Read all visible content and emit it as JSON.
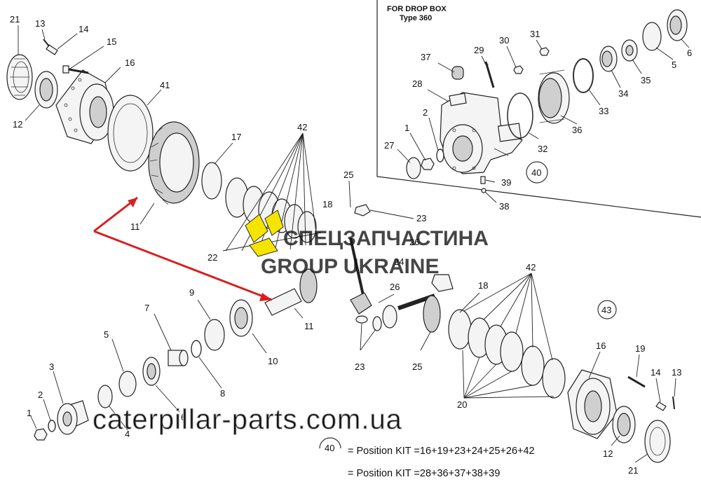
{
  "inset": {
    "title_line1": "FOR DROP BOX",
    "title_line2": "Type 360"
  },
  "watermark": {
    "brand_line1": "СПЕЦЗАПЧАСТИНА",
    "brand_line2": "GROUP UKRAINE",
    "website": "caterpillar-parts.com.ua"
  },
  "kits": {
    "kit1_text": "= Position KIT =16+19+23+24+25+26+42",
    "kit2_text": "= Position KIT =28+36+37+38+39"
  },
  "callouts": {
    "c21_top": "21",
    "c13_top": "13",
    "c14_top": "14",
    "c15": "15",
    "c16_top": "16",
    "c41": "41",
    "c12_top": "12",
    "c17": "17",
    "c42_top": "42",
    "c25_top": "25",
    "c18_top": "18",
    "c11_top": "11",
    "c22": "22",
    "c23_top": "23",
    "c24": "24",
    "c26_mid": "26",
    "c9": "9",
    "c7": "7",
    "c11_mid": "11",
    "c10": "10",
    "c5": "5",
    "c8": "8",
    "c3": "3",
    "c2": "2",
    "c1": "1",
    "c4": "4",
    "c6": "6",
    "c23_bot": "23",
    "c26_bot": "26",
    "c25_bot": "25",
    "c42_bot": "42",
    "c18_bot": "18",
    "c20": "20",
    "c43": "43",
    "c16_bot": "16",
    "c19": "19",
    "c14_bot": "14",
    "c13_bot": "13",
    "c12_bot": "12",
    "c21_bot": "21",
    "c40_kit": "40",
    "i37": "37",
    "i29": "29",
    "i30": "30",
    "i31": "31",
    "i28": "28",
    "i2": "2",
    "i1": "1",
    "i27": "27",
    "i40": "40",
    "i39": "39",
    "i38": "38",
    "i32": "32",
    "i36": "36",
    "i33": "33",
    "i34": "34",
    "i35": "35",
    "i5": "5",
    "i6": "6"
  },
  "colors": {
    "arrow": "#d81f1f",
    "watermark_dark": "#2a2a2a",
    "watermark_yellow": "#f5e400",
    "watermark_outline": "#bdbdbd"
  }
}
